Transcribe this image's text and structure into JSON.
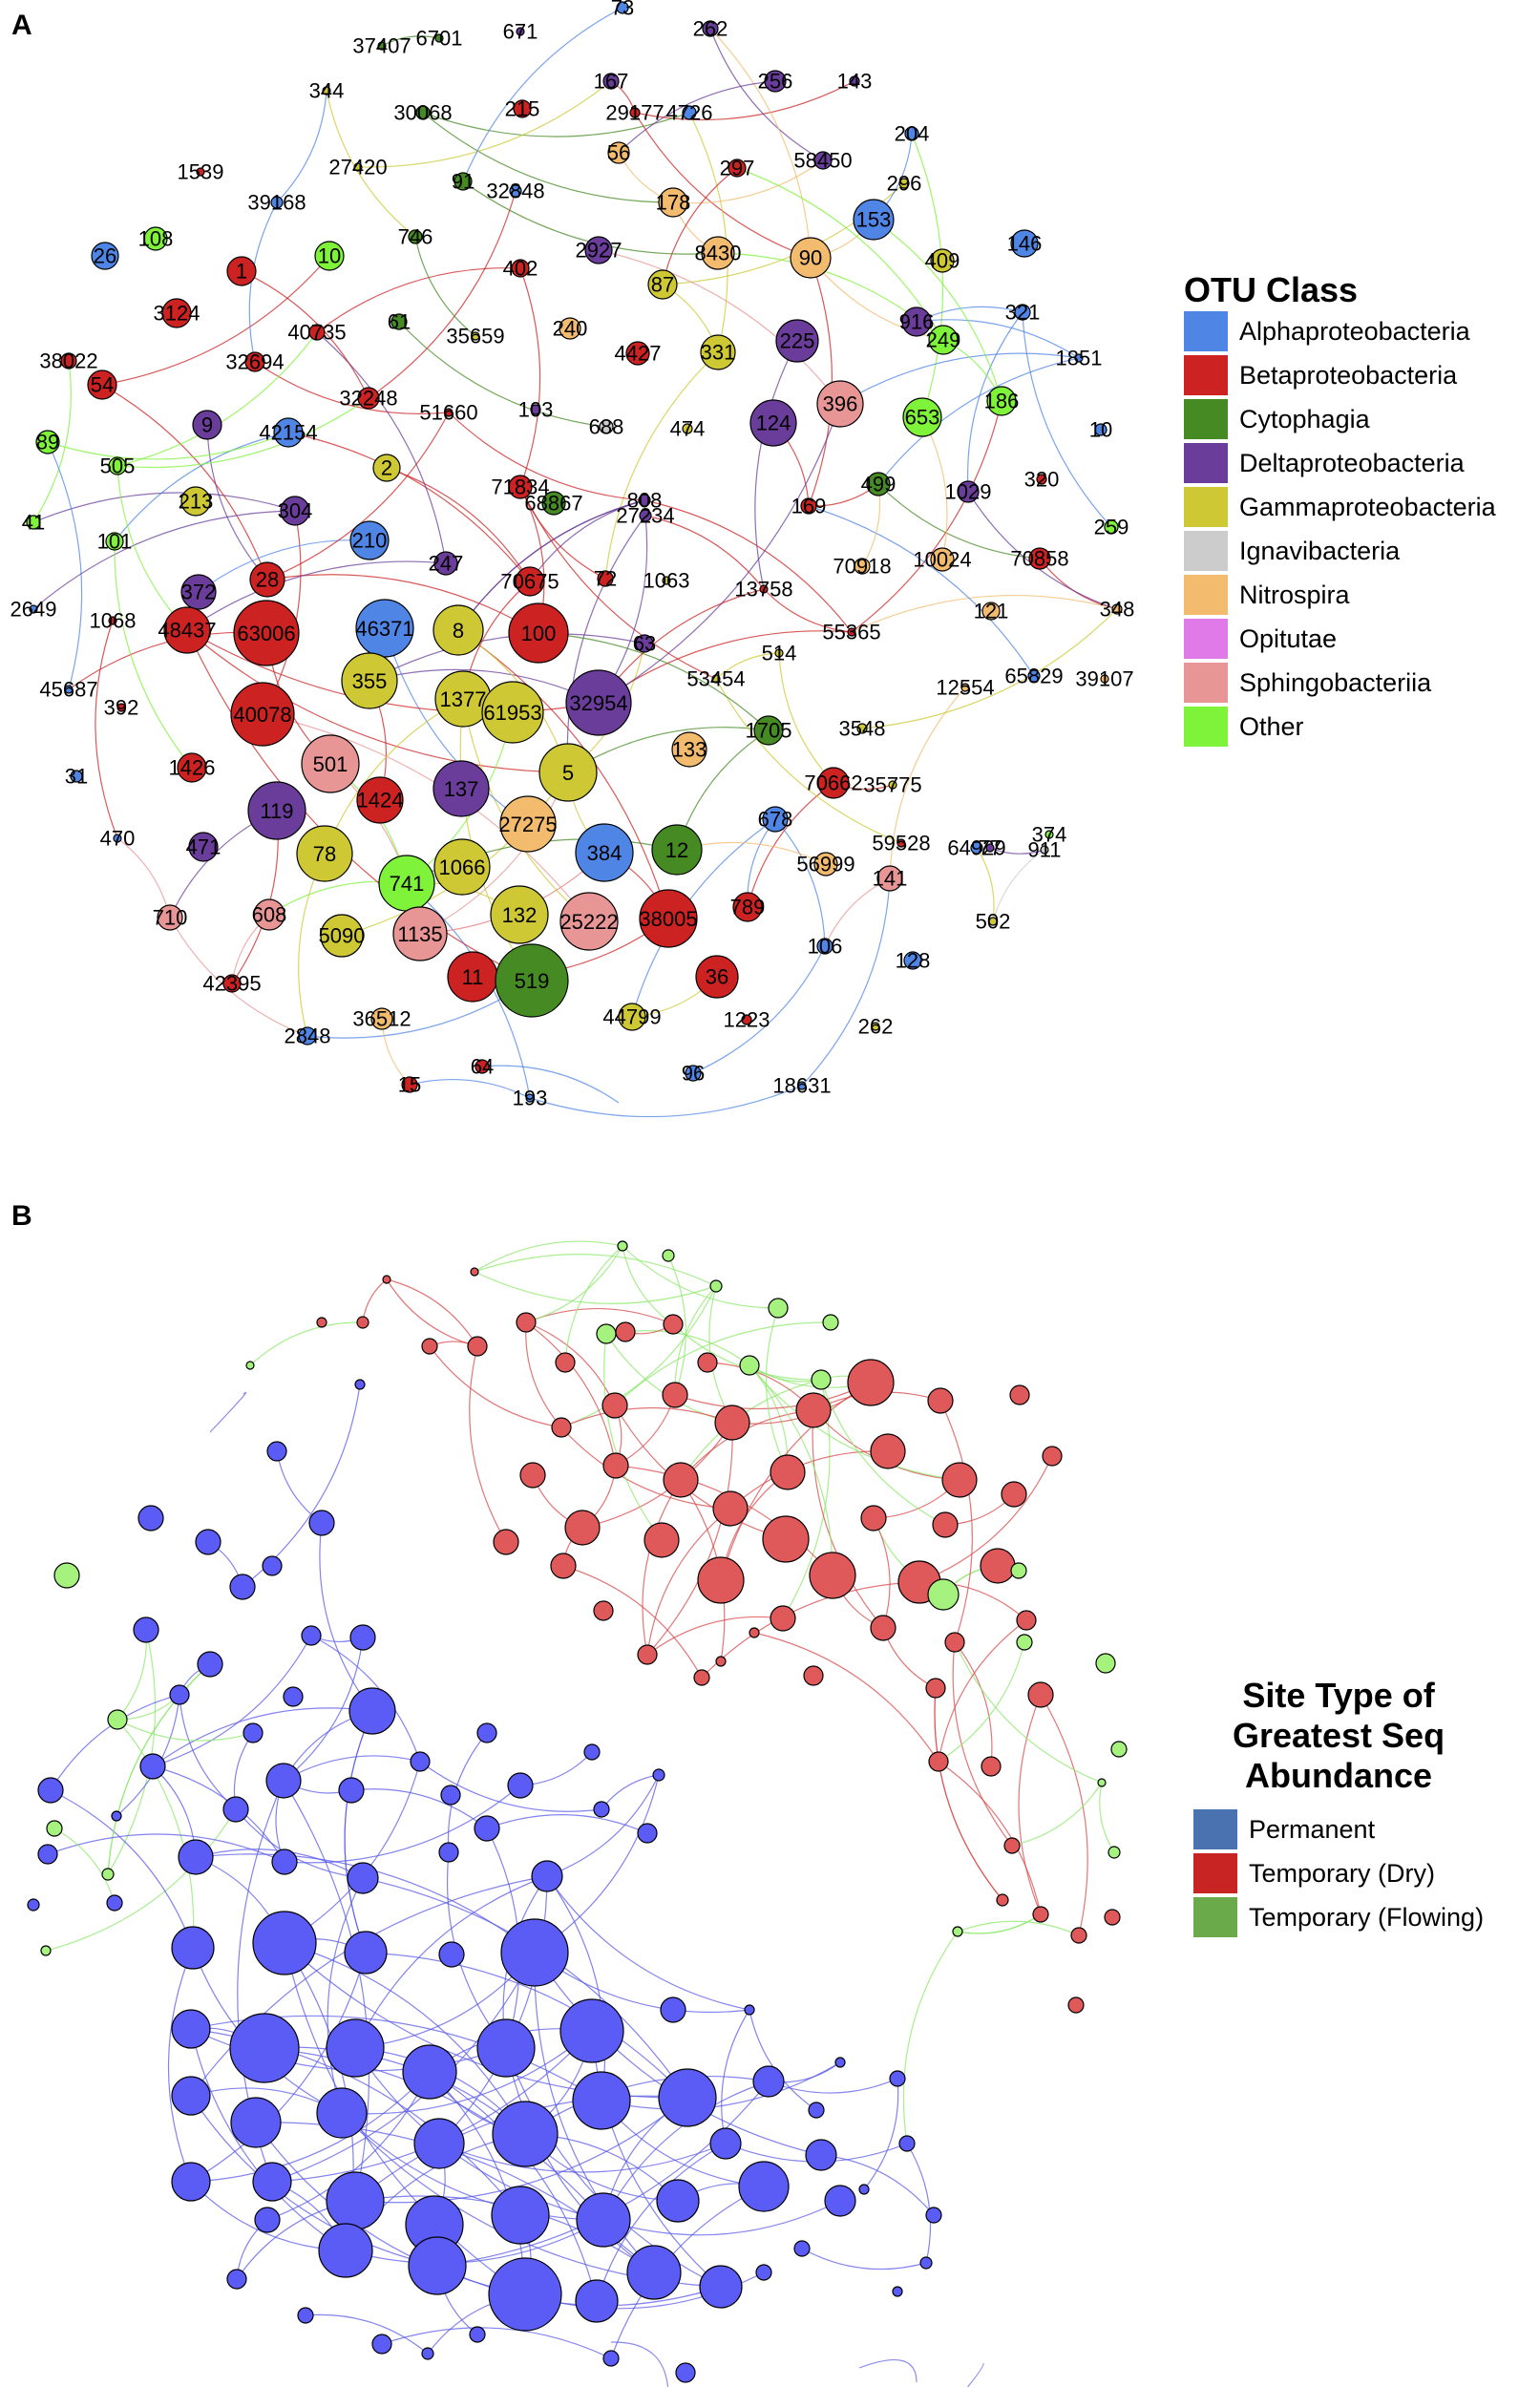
{
  "panels": {
    "a": {
      "letter": "A",
      "legend_title": "OTU Class",
      "classes": [
        {
          "name": "Alphaproteobacteria",
          "color": "#4f86e6"
        },
        {
          "name": "Betaproteobacteria",
          "color": "#cc2222"
        },
        {
          "name": "Cytophagia",
          "color": "#458a23"
        },
        {
          "name": "Deltaproteobacteria",
          "color": "#6a3d9a"
        },
        {
          "name": "Gammaproteobacteria",
          "color": "#cdc833"
        },
        {
          "name": "Ignavibacteria",
          "color": "#cccccc"
        },
        {
          "name": "Nitrospira",
          "color": "#f2bb6e"
        },
        {
          "name": "Opitutae",
          "color": "#e07ae8"
        },
        {
          "name": "Sphingobacteriia",
          "color": "#e89595"
        },
        {
          "name": "Other",
          "color": "#7ff23a"
        }
      ],
      "nodes": [
        {
          "label": "73",
          "class": 0
        },
        {
          "label": "262",
          "class": 3
        },
        {
          "label": "37407",
          "class": 2
        },
        {
          "label": "6701",
          "class": 2
        },
        {
          "label": "671",
          "class": 3
        },
        {
          "label": "29177",
          "class": 1
        },
        {
          "label": "344",
          "class": 4
        },
        {
          "label": "30068",
          "class": 2
        },
        {
          "label": "215",
          "class": 1
        },
        {
          "label": "167",
          "class": 3
        },
        {
          "label": "4726",
          "class": 0
        },
        {
          "label": "256",
          "class": 3
        },
        {
          "label": "143",
          "class": 3
        },
        {
          "label": "1539",
          "class": 1
        },
        {
          "label": "27420",
          "class": 4
        },
        {
          "label": "56",
          "class": 6
        },
        {
          "label": "297",
          "class": 1
        },
        {
          "label": "58450",
          "class": 3
        },
        {
          "label": "204",
          "class": 0
        },
        {
          "label": "39168",
          "class": 0
        },
        {
          "label": "91",
          "class": 2
        },
        {
          "label": "32848",
          "class": 0
        },
        {
          "label": "178",
          "class": 6
        },
        {
          "label": "153",
          "class": 0
        },
        {
          "label": "296",
          "class": 4
        },
        {
          "label": "108",
          "class": 9
        },
        {
          "label": "10",
          "class": 9
        },
        {
          "label": "746",
          "class": 2
        },
        {
          "label": "2927",
          "class": 3
        },
        {
          "label": "8430",
          "class": 6
        },
        {
          "label": "90",
          "class": 6
        },
        {
          "label": "146",
          "class": 0
        },
        {
          "label": "26",
          "class": 0
        },
        {
          "label": "1",
          "class": 1
        },
        {
          "label": "402",
          "class": 1
        },
        {
          "label": "87",
          "class": 4
        },
        {
          "label": "409",
          "class": 4
        },
        {
          "label": "321",
          "class": 0
        },
        {
          "label": "3124",
          "class": 1
        },
        {
          "label": "40735",
          "class": 1
        },
        {
          "label": "61",
          "class": 2
        },
        {
          "label": "35659",
          "class": 4
        },
        {
          "label": "240",
          "class": 6
        },
        {
          "label": "4427",
          "class": 1
        },
        {
          "label": "331",
          "class": 4
        },
        {
          "label": "225",
          "class": 3
        },
        {
          "label": "916",
          "class": 3
        },
        {
          "label": "249",
          "class": 9
        },
        {
          "label": "1851",
          "class": 0
        },
        {
          "label": "38022",
          "class": 1
        },
        {
          "label": "32694",
          "class": 1
        },
        {
          "label": "54",
          "class": 1
        },
        {
          "label": "32248",
          "class": 1
        },
        {
          "label": "51660",
          "class": 1
        },
        {
          "label": "103",
          "class": 3
        },
        {
          "label": "688",
          "class": 5
        },
        {
          "label": "474",
          "class": 4
        },
        {
          "label": "124",
          "class": 3
        },
        {
          "label": "396",
          "class": 8
        },
        {
          "label": "653",
          "class": 9
        },
        {
          "label": "186",
          "class": 9
        },
        {
          "label": "9",
          "class": 3
        },
        {
          "label": "42154",
          "class": 0
        },
        {
          "label": "10",
          "class": 0
        },
        {
          "label": "89",
          "class": 9
        },
        {
          "label": "505",
          "class": 9
        },
        {
          "label": "2",
          "class": 4
        },
        {
          "label": "71834",
          "class": 1
        },
        {
          "label": "68867",
          "class": 2
        },
        {
          "label": "808",
          "class": 3
        },
        {
          "label": "169",
          "class": 1
        },
        {
          "label": "499",
          "class": 2
        },
        {
          "label": "1029",
          "class": 3
        },
        {
          "label": "320",
          "class": 1
        },
        {
          "label": "213",
          "class": 4
        },
        {
          "label": "304",
          "class": 3
        },
        {
          "label": "27234",
          "class": 3
        },
        {
          "label": "41",
          "class": 9
        },
        {
          "label": "101",
          "class": 9
        },
        {
          "label": "210",
          "class": 0
        },
        {
          "label": "247",
          "class": 3
        },
        {
          "label": "70918",
          "class": 6
        },
        {
          "label": "10024",
          "class": 6
        },
        {
          "label": "70858",
          "class": 1
        },
        {
          "label": "259",
          "class": 9
        },
        {
          "label": "372",
          "class": 3
        },
        {
          "label": "28",
          "class": 1
        },
        {
          "label": "70675",
          "class": 1
        },
        {
          "label": "72",
          "class": 1
        },
        {
          "label": "1063",
          "class": 4
        },
        {
          "label": "13758",
          "class": 1
        },
        {
          "label": "121",
          "class": 6
        },
        {
          "label": "348",
          "class": 6
        },
        {
          "label": "2649",
          "class": 0
        },
        {
          "label": "1068",
          "class": 1
        },
        {
          "label": "46371",
          "class": 0
        },
        {
          "label": "55365",
          "class": 1
        },
        {
          "label": "48437",
          "class": 1
        },
        {
          "label": "63006",
          "class": 1
        },
        {
          "label": "8",
          "class": 4
        },
        {
          "label": "100",
          "class": 1
        },
        {
          "label": "63",
          "class": 3
        },
        {
          "label": "514",
          "class": 4
        },
        {
          "label": "45687",
          "class": 0
        },
        {
          "label": "392",
          "class": 1
        },
        {
          "label": "355",
          "class": 4
        },
        {
          "label": "1377",
          "class": 4
        },
        {
          "label": "32954",
          "class": 3
        },
        {
          "label": "53454",
          "class": 4
        },
        {
          "label": "12554",
          "class": 6
        },
        {
          "label": "65829",
          "class": 0
        },
        {
          "label": "39107",
          "class": 6
        },
        {
          "label": "40078",
          "class": 1
        },
        {
          "label": "61953",
          "class": 4
        },
        {
          "label": "1705",
          "class": 2
        },
        {
          "label": "3548",
          "class": 4
        },
        {
          "label": "31",
          "class": 0
        },
        {
          "label": "1426",
          "class": 1
        },
        {
          "label": "501",
          "class": 8
        },
        {
          "label": "1424",
          "class": 1
        },
        {
          "label": "137",
          "class": 3
        },
        {
          "label": "5",
          "class": 4
        },
        {
          "label": "133",
          "class": 6
        },
        {
          "label": "70662",
          "class": 1
        },
        {
          "label": "35775",
          "class": 4
        },
        {
          "label": "59528",
          "class": 1
        },
        {
          "label": "64929",
          "class": 0
        },
        {
          "label": "911",
          "class": 5
        },
        {
          "label": "119",
          "class": 3
        },
        {
          "label": "27275",
          "class": 6
        },
        {
          "label": "678",
          "class": 0
        },
        {
          "label": "470",
          "class": 0
        },
        {
          "label": "471",
          "class": 3
        },
        {
          "label": "78",
          "class": 4
        },
        {
          "label": "741",
          "class": 9
        },
        {
          "label": "1066",
          "class": 4
        },
        {
          "label": "384",
          "class": 0
        },
        {
          "label": "12",
          "class": 2
        },
        {
          "label": "77",
          "class": 3
        },
        {
          "label": "374",
          "class": 9
        },
        {
          "label": "56999",
          "class": 6
        },
        {
          "label": "141",
          "class": 8
        },
        {
          "label": "132",
          "class": 4
        },
        {
          "label": "789",
          "class": 1
        },
        {
          "label": "710",
          "class": 8
        },
        {
          "label": "608",
          "class": 8
        },
        {
          "label": "5090",
          "class": 4
        },
        {
          "label": "1135",
          "class": 8
        },
        {
          "label": "25222",
          "class": 8
        },
        {
          "label": "38005",
          "class": 1
        },
        {
          "label": "502",
          "class": 4
        },
        {
          "label": "106",
          "class": 0
        },
        {
          "label": "128",
          "class": 0
        },
        {
          "label": "11",
          "class": 1
        },
        {
          "label": "519",
          "class": 2
        },
        {
          "label": "36",
          "class": 1
        },
        {
          "label": "42395",
          "class": 1
        },
        {
          "label": "36512",
          "class": 6
        },
        {
          "label": "44799",
          "class": 4
        },
        {
          "label": "1223",
          "class": 1
        },
        {
          "label": "262",
          "class": 4
        },
        {
          "label": "2848",
          "class": 0
        },
        {
          "label": "64",
          "class": 1
        },
        {
          "label": "15",
          "class": 1
        },
        {
          "label": "96",
          "class": 0
        },
        {
          "label": "18631",
          "class": 0
        },
        {
          "label": "193",
          "class": 0
        }
      ]
    },
    "b": {
      "letter": "B",
      "legend_title": "Site Type of\nGreatest Seq\nAbundance",
      "site_types": [
        {
          "name": "Permanent",
          "swatch_color": "#4a72b0",
          "node_color": "#5b5bf5"
        },
        {
          "name": "Temporary (Dry)",
          "swatch_color": "#c92424",
          "node_color": "#e0595a"
        },
        {
          "name": "Temporary (Flowing)",
          "swatch_color": "#6aaa4a",
          "node_color": "#a6f27e"
        }
      ]
    }
  }
}
